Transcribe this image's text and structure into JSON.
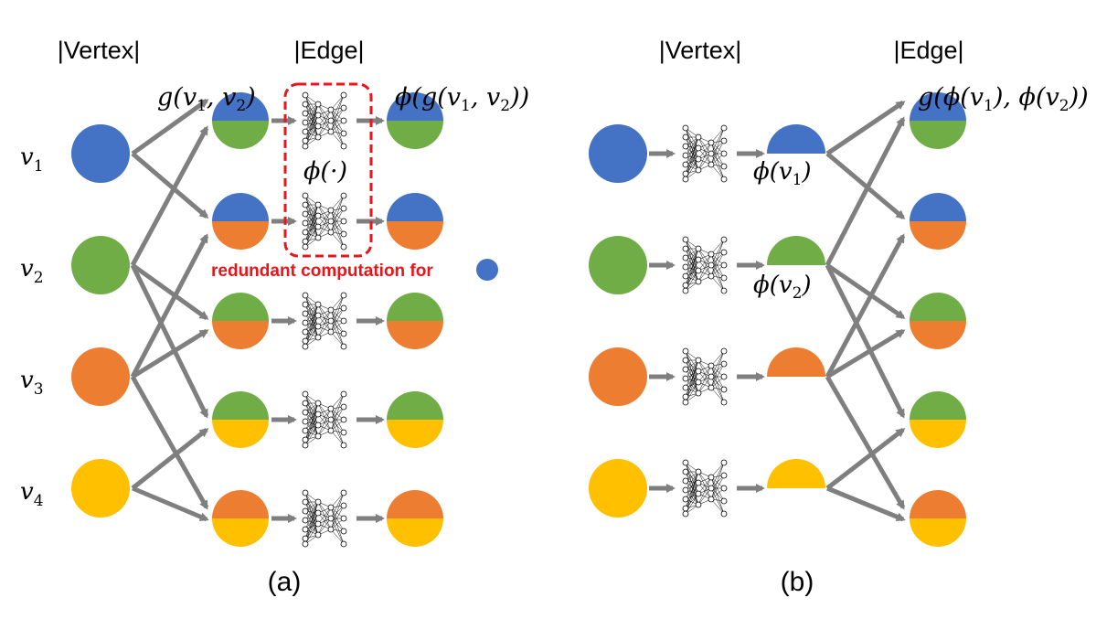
{
  "colors": {
    "blue": "#4472c4",
    "green": "#70ad47",
    "orange": "#ed7d31",
    "yellow": "#ffc000",
    "arrow": "#7f7f7f",
    "highlight": "#e8151b"
  },
  "panel_a": {
    "vertex_header": "|Vertex|",
    "edge_header": "|Edge|",
    "caption": "(a)",
    "vertex_labels": [
      "v1",
      "v2",
      "v3",
      "v4"
    ],
    "vertex_colors": [
      "blue",
      "green",
      "orange",
      "yellow"
    ],
    "edge_pairs": [
      [
        "blue",
        "green"
      ],
      [
        "blue",
        "orange"
      ],
      [
        "green",
        "orange"
      ],
      [
        "green",
        "yellow"
      ],
      [
        "orange",
        "yellow"
      ]
    ],
    "g_label": "g(v1, v2)",
    "phi_result_label": "ϕ(g(v1, v2))",
    "phi_label": "ϕ(·)",
    "redundant_note": "redundant computation for"
  },
  "panel_b": {
    "vertex_header": "|Vertex|",
    "edge_header": "|Edge|",
    "caption": "(b)",
    "vertex_colors": [
      "blue",
      "green",
      "orange",
      "yellow"
    ],
    "phi_v1_label": "ϕ(v1)",
    "phi_v2_label": "ϕ(v2)",
    "g_phi_label": "g(ϕ(v1), ϕ(v2))",
    "edge_pairs": [
      [
        "blue",
        "green"
      ],
      [
        "blue",
        "orange"
      ],
      [
        "green",
        "orange"
      ],
      [
        "green",
        "yellow"
      ],
      [
        "orange",
        "yellow"
      ]
    ]
  }
}
